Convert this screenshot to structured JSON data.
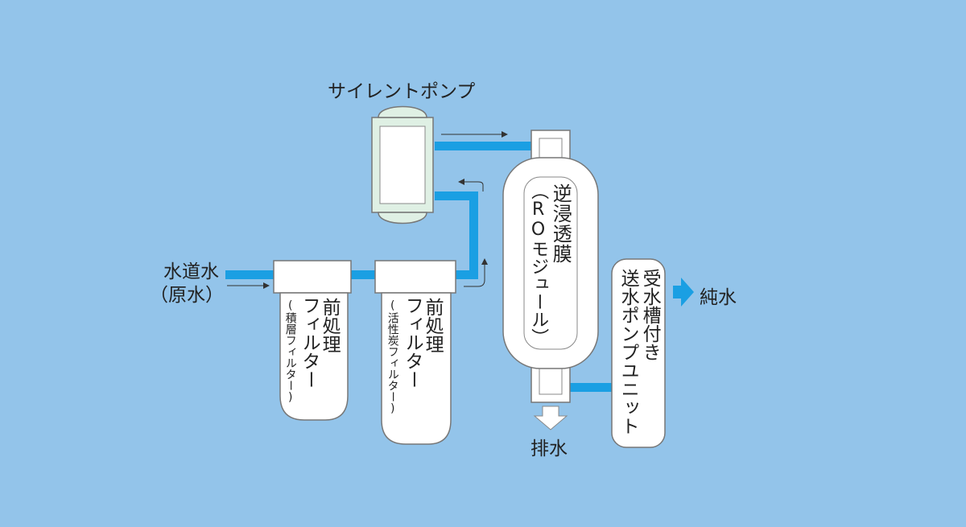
{
  "colors": {
    "background": "#93c4ea",
    "pipe": "#1a9fe3",
    "unit_fill": "#ffffff",
    "pump_fill": "#dff0e4",
    "outline": "#777777",
    "arrow": "#1a9fe3"
  },
  "labels": {
    "pump": "サイレントポンプ",
    "tap_water_1": "水道水",
    "tap_water_2": "（原水）",
    "drain": "排水",
    "pure_water": "純水"
  },
  "prefilter_1": {
    "title": "前処理",
    "title2": "フィルター",
    "sub": "(積層フィルター)"
  },
  "prefilter_2": {
    "title": "前処理",
    "title2": "フィルター",
    "sub": "(活性炭フィルター)"
  },
  "ro_module": {
    "title": "逆浸透膜",
    "sub": "（ROモジュール）"
  },
  "tank_unit": {
    "line1": "受水槽付き",
    "line2": "送水ポンプユニット"
  },
  "icons": {
    "flow_arrows": "thin-arrow-icon",
    "drain_arrow": "down-arrow-icon",
    "output_arrow": "right-arrow-icon"
  }
}
